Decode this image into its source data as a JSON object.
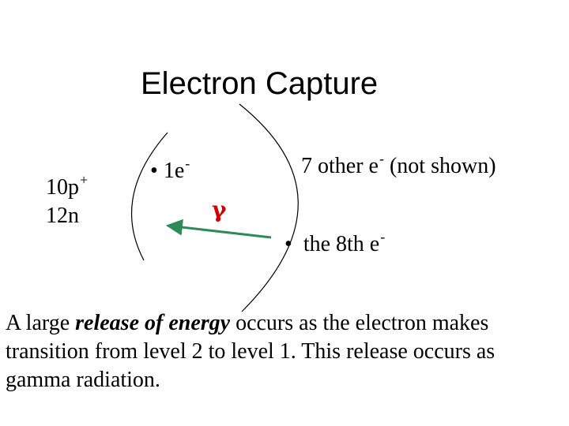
{
  "title": "Electron Capture",
  "nucleus": {
    "protons": "10p",
    "protons_charge": "+",
    "neutrons": "12n"
  },
  "inner_shell": {
    "bullet": "•",
    "label": "1e",
    "charge": "-"
  },
  "gamma_symbol": "γ",
  "outer_shell": {
    "others_label": "7 other e",
    "others_charge": "-",
    "others_note": " (not shown)",
    "eighth_bullet": "•",
    "eighth_label": "the 8th e",
    "eighth_charge": "-"
  },
  "description": {
    "part1": "A large ",
    "emphasis": "release of energy",
    "part2": " occurs as the electron makes transition from level 2 to level 1.  This release occurs as gamma radiation."
  },
  "colors": {
    "arrow": "#2e8b57",
    "gamma": "#cc0000"
  }
}
